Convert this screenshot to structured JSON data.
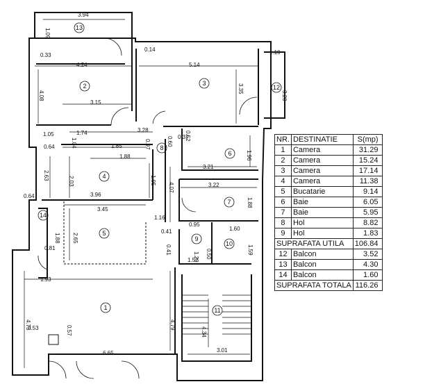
{
  "rooms": [
    {
      "id": "1",
      "label": "1"
    },
    {
      "id": "2",
      "label": "2"
    },
    {
      "id": "3",
      "label": "3"
    },
    {
      "id": "4",
      "label": "4"
    },
    {
      "id": "5",
      "label": "5"
    },
    {
      "id": "6",
      "label": "6"
    },
    {
      "id": "7",
      "label": "7"
    },
    {
      "id": "8",
      "label": "8"
    },
    {
      "id": "9",
      "label": "9"
    },
    {
      "id": "10",
      "label": "10"
    },
    {
      "id": "11",
      "label": "11"
    },
    {
      "id": "12",
      "label": "12"
    },
    {
      "id": "13",
      "label": "13"
    },
    {
      "id": "14",
      "label": "14"
    }
  ],
  "dimensions": [
    "3.94",
    "1.09",
    "0.33",
    "4.24",
    "0.14",
    "5.14",
    "1.10",
    "4.08",
    "3.35",
    "3.20",
    "3.15",
    "1.05",
    "1.74",
    "3.28",
    "0.52",
    "0.64",
    "1.04",
    "1.85",
    "0.97",
    "0.60",
    "0.37",
    "1.96",
    "3.21",
    "1.88",
    "2.63",
    "2.03",
    "1.95",
    "4.07",
    "3.22",
    "0.64",
    "3.96",
    "1.88",
    "3.45",
    "1.16",
    "1.88",
    "2.65",
    "0.95",
    "1.60",
    "0.41",
    "1.20",
    "0.81",
    "0.50",
    "1.59",
    "0.41",
    "1.52",
    "1.93",
    "4.75",
    "0.57",
    "0.53",
    "4.79",
    "4.34",
    "6.65",
    "3.01"
  ],
  "table": {
    "headers": {
      "nr": "NR.",
      "dest": "DESTINATIE",
      "area": "S(mp)"
    },
    "rows": [
      {
        "nr": "1",
        "dest": "Camera",
        "area": "31.29"
      },
      {
        "nr": "2",
        "dest": "Camera",
        "area": "15.24"
      },
      {
        "nr": "3",
        "dest": "Camera",
        "area": "17.14"
      },
      {
        "nr": "4",
        "dest": "Camera",
        "area": "11.38"
      },
      {
        "nr": "5",
        "dest": "Bucatarie",
        "area": "9.14"
      },
      {
        "nr": "6",
        "dest": "Baie",
        "area": "6.05"
      },
      {
        "nr": "7",
        "dest": "Baie",
        "area": "5.95"
      },
      {
        "nr": "8",
        "dest": "Hol",
        "area": "8.82"
      },
      {
        "nr": "9",
        "dest": "Hol",
        "area": "1.83"
      }
    ],
    "util": {
      "label": "SUPRAFATA UTILA",
      "area": "106.84"
    },
    "balcony_rows": [
      {
        "nr": "12",
        "dest": "Balcon",
        "area": "3.52"
      },
      {
        "nr": "13",
        "dest": "Balcon",
        "area": "4.30"
      },
      {
        "nr": "14",
        "dest": "Balcon",
        "area": "1.60"
      }
    ],
    "total": {
      "label": "SUPRAFATA TOTALA",
      "area": "116.26"
    }
  }
}
